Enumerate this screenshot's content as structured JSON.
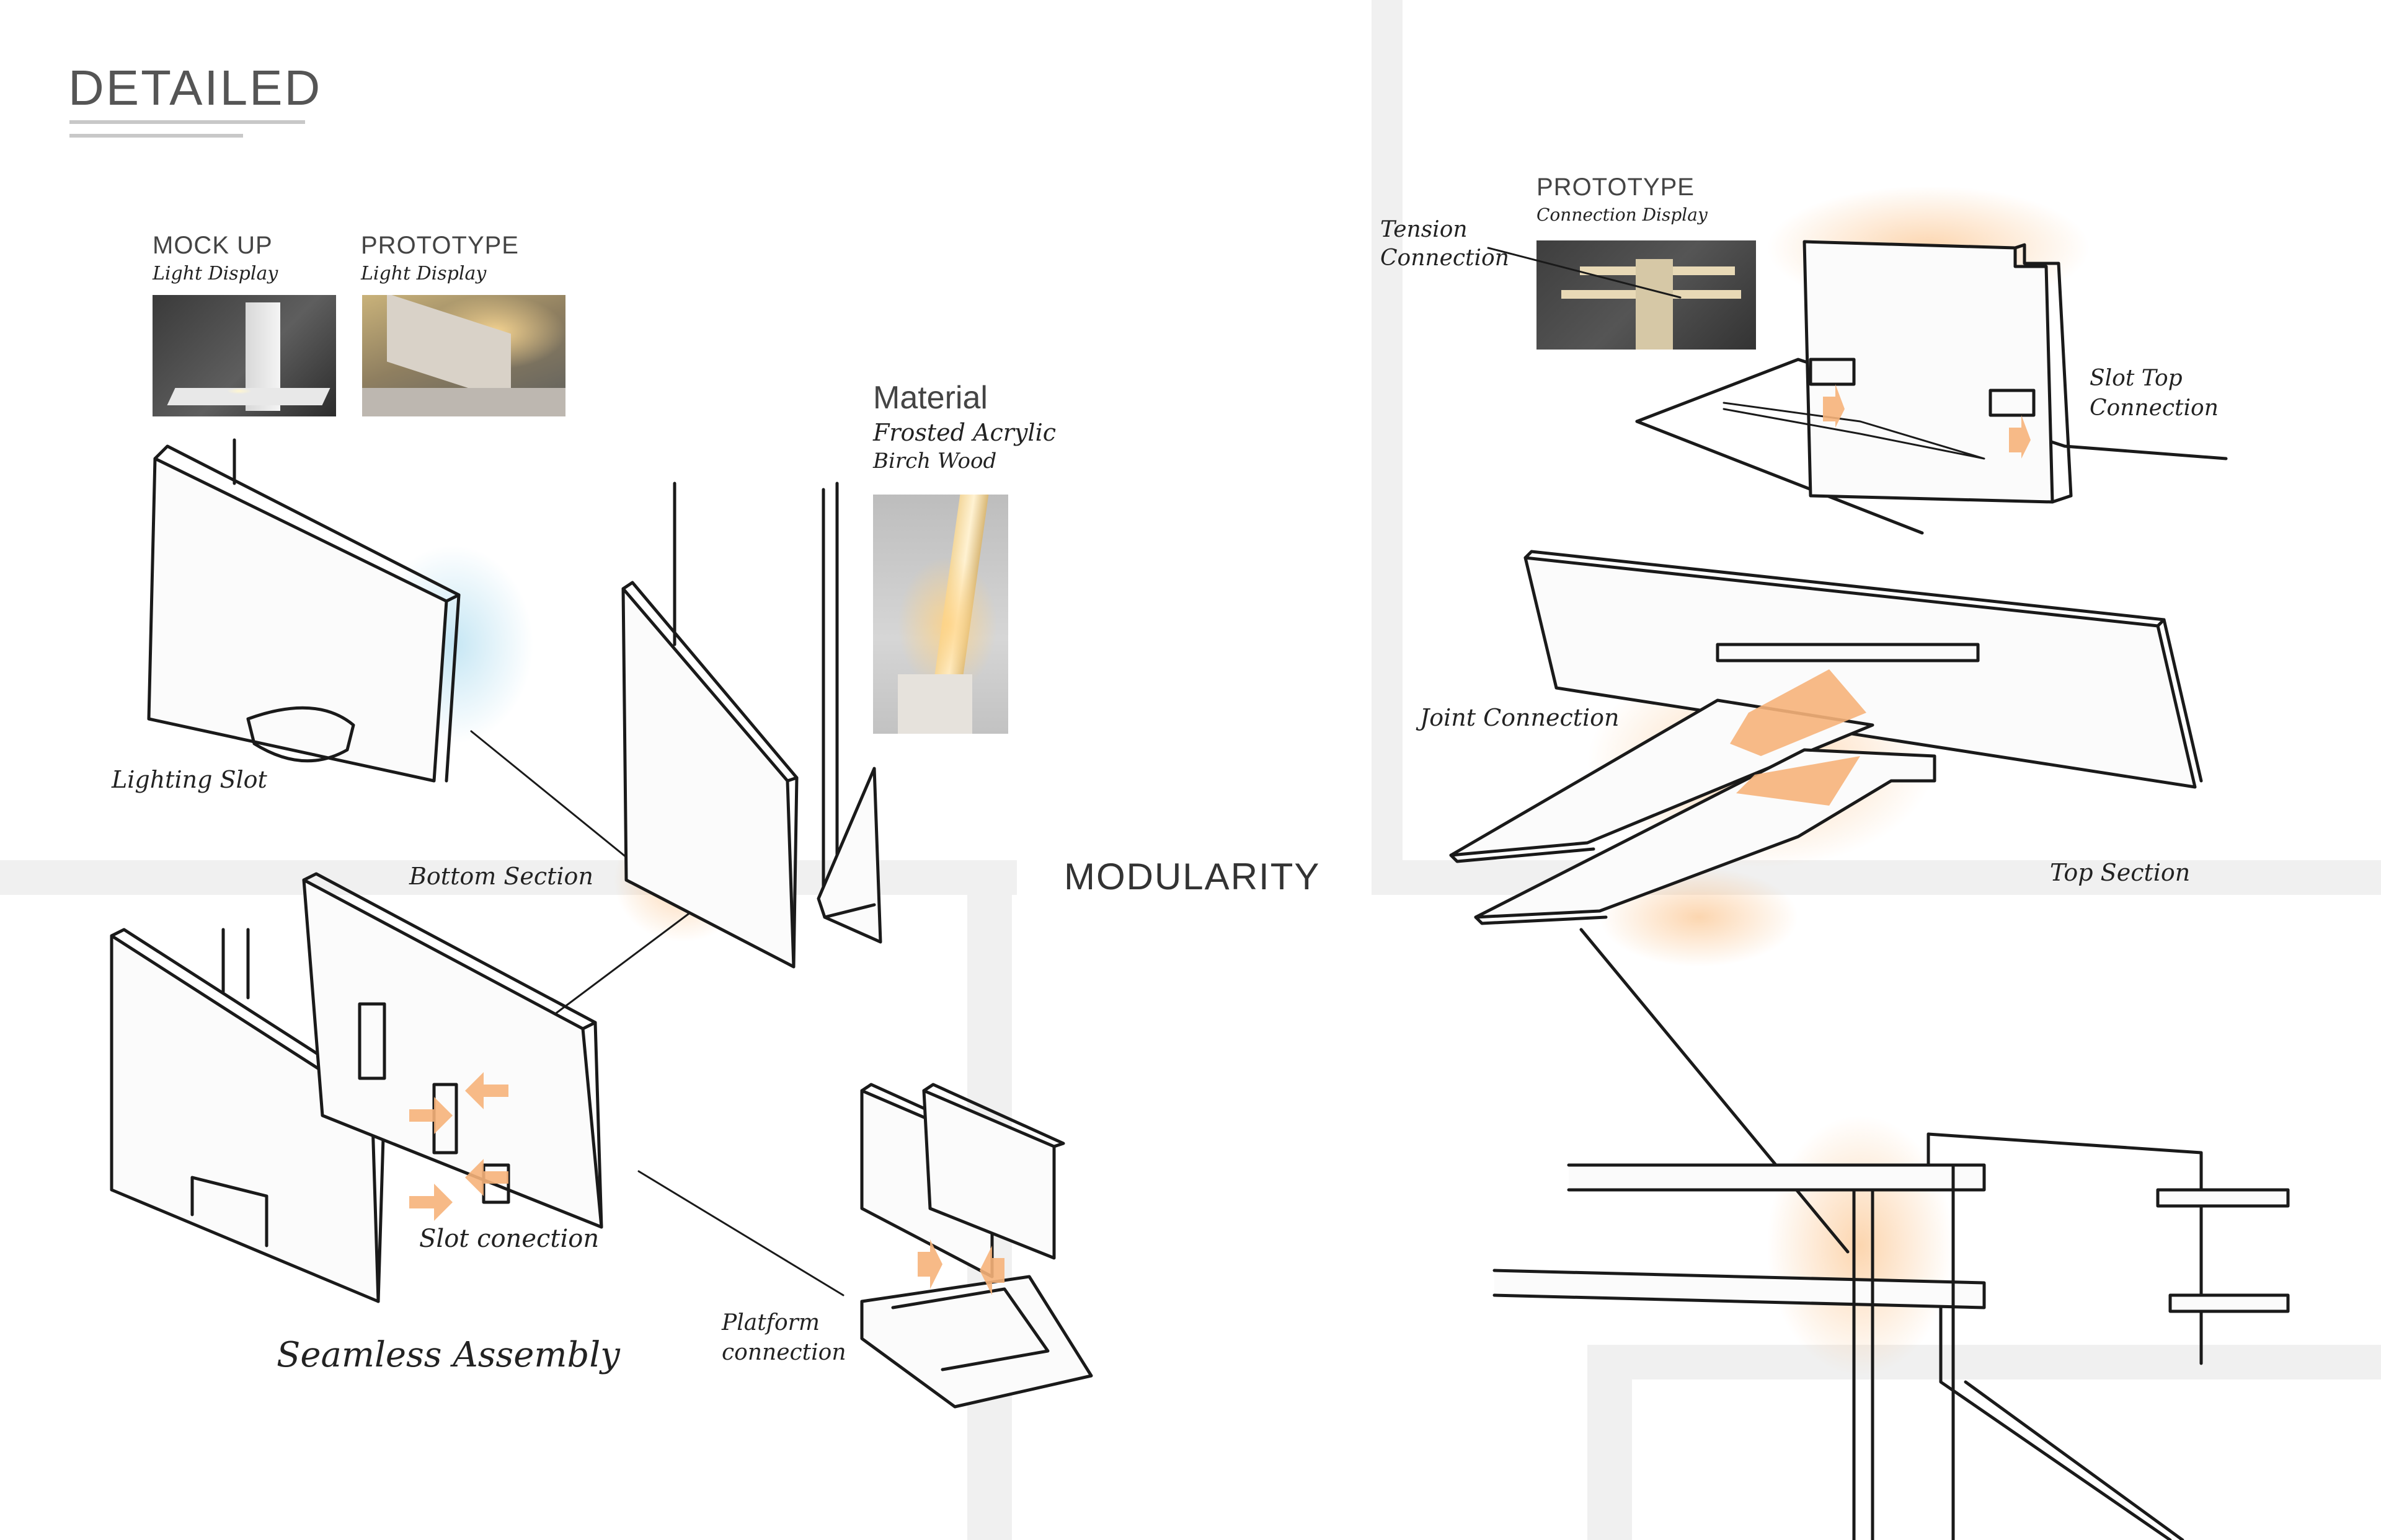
{
  "page": {
    "title": "DETAILED",
    "center_title": "MODULARITY"
  },
  "left": {
    "mockup": {
      "title": "MOCK UP",
      "subtitle": "Light Display"
    },
    "prototype": {
      "title": "PROTOTYPE",
      "subtitle": "Light Display"
    },
    "material": {
      "title": "Material",
      "line1": "Frosted Acrylic",
      "line2": "Birch Wood"
    },
    "labels": {
      "lighting_slot": "Lighting Slot",
      "bottom_section": "Bottom Section",
      "slot_connection": "Slot conection",
      "seamless_assembly": "Seamless Assembly",
      "platform_line1": "Platform",
      "platform_line2": "connection"
    }
  },
  "right": {
    "prototype": {
      "title": "PROTOTYPE",
      "subtitle": "Connection Display"
    },
    "labels": {
      "tension_line1": "Tension",
      "tension_line2": "Connection",
      "slot_top_line1": "Slot Top",
      "slot_top_line2": "Connection",
      "joint_connection": "Joint Connection",
      "top_section": "Top Section"
    }
  },
  "colors": {
    "accent_glow": "#f6b27a",
    "band": "#f0f0f0",
    "ink": "#1a1a1a"
  }
}
